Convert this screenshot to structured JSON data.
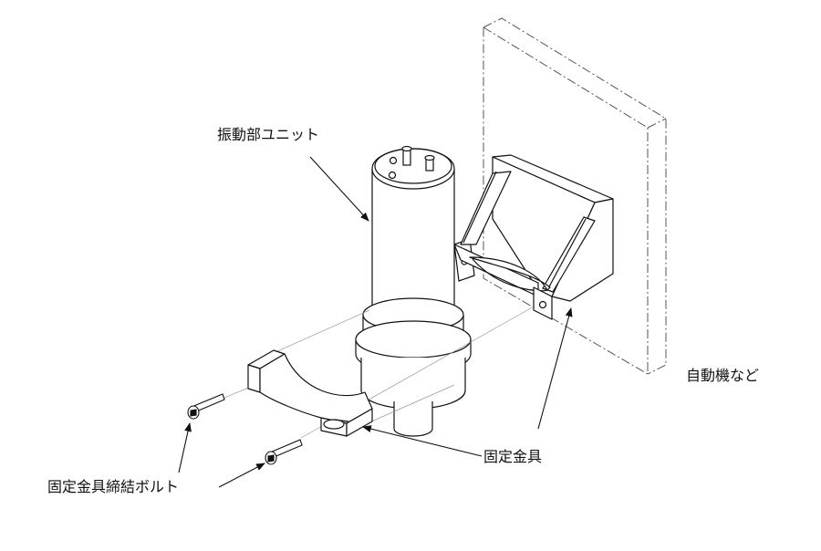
{
  "labels": {
    "vibration_unit": "振動部ユニット",
    "automatic_machine": "自動機など",
    "fixture": "固定金具",
    "fixture_bolt": "固定金具締結ボルト"
  },
  "colors": {
    "line": "#111111",
    "background": "#ffffff",
    "guide": "#888888"
  }
}
